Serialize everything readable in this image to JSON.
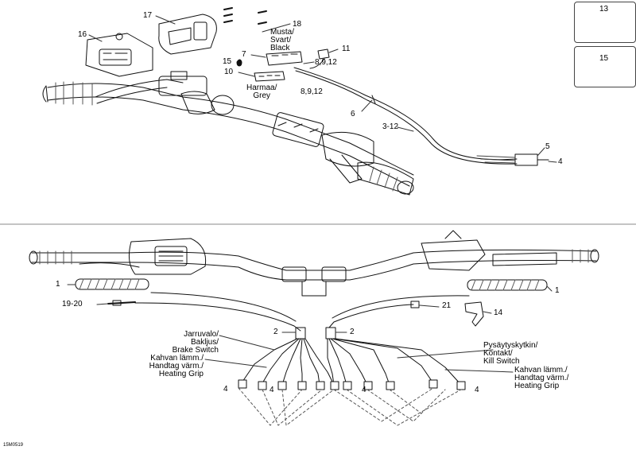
{
  "diagram_code": "15M0519",
  "callouts": {
    "c1": "1",
    "c2": "2",
    "c3_12": "3-12",
    "c4": "4",
    "c5": "5",
    "c6": "6",
    "c7": "7",
    "c8_9_12": "8,9,12",
    "c10": "10",
    "c11": "11",
    "c13": "13",
    "c14": "14",
    "c15": "15",
    "c16": "16",
    "c17": "17",
    "c18": "18",
    "c19_20": "19-20",
    "c21": "21"
  },
  "labels": {
    "musta_svart_black": [
      "Musta/",
      "Svart/",
      "Black"
    ],
    "harmaa_grey": [
      "Harmaa/",
      "Grey"
    ],
    "brake_switch": [
      "Jarruvalo/",
      "Bakljus/",
      "Brake Switch"
    ],
    "heating_grip_left": [
      "Kahvan lämm./",
      "Handtag värm./",
      "Heating Grip"
    ],
    "kill_switch": [
      "Pysäytyskytkin/",
      "Kontakt/",
      "Kill Switch"
    ],
    "heating_grip_right": [
      "Kahvan lämm./",
      "Handtag värm./",
      "Heating Grip"
    ]
  }
}
